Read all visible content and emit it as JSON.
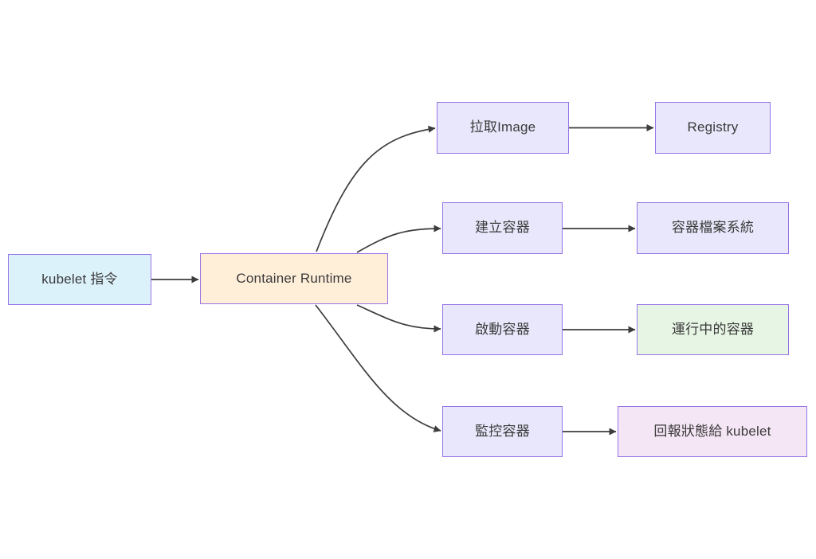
{
  "diagram": {
    "type": "flowchart",
    "background_color": "#ffffff",
    "node_border_color": "#9673e6",
    "edge_color": "#3d3d3d",
    "text_color": "#3a3a3a",
    "nodes": [
      {
        "id": "kubelet",
        "label": "kubelet 指令",
        "fill": "#dcf2fb"
      },
      {
        "id": "runtime",
        "label": "Container Runtime",
        "fill": "#ffefd9"
      },
      {
        "id": "pull-image",
        "label": "拉取Image",
        "fill": "#e8e7fb"
      },
      {
        "id": "registry",
        "label": "Registry",
        "fill": "#e8e7fb"
      },
      {
        "id": "create-container",
        "label": "建立容器",
        "fill": "#e8e7fb"
      },
      {
        "id": "container-fs",
        "label": "容器檔案系統",
        "fill": "#e8e7fb"
      },
      {
        "id": "start-container",
        "label": "啟動容器",
        "fill": "#e8e7fb"
      },
      {
        "id": "running-container",
        "label": "運行中的容器",
        "fill": "#e7f5e4"
      },
      {
        "id": "monitor-container",
        "label": "監控容器",
        "fill": "#e8e7fb"
      },
      {
        "id": "report-status",
        "label": "回報狀態給 kubelet",
        "fill": "#f5e6f5"
      }
    ],
    "edges": [
      {
        "from": "kubelet",
        "to": "runtime"
      },
      {
        "from": "runtime",
        "to": "pull-image"
      },
      {
        "from": "runtime",
        "to": "create-container"
      },
      {
        "from": "runtime",
        "to": "start-container"
      },
      {
        "from": "runtime",
        "to": "monitor-container"
      },
      {
        "from": "pull-image",
        "to": "registry"
      },
      {
        "from": "create-container",
        "to": "container-fs"
      },
      {
        "from": "start-container",
        "to": "running-container"
      },
      {
        "from": "monitor-container",
        "to": "report-status"
      }
    ]
  }
}
